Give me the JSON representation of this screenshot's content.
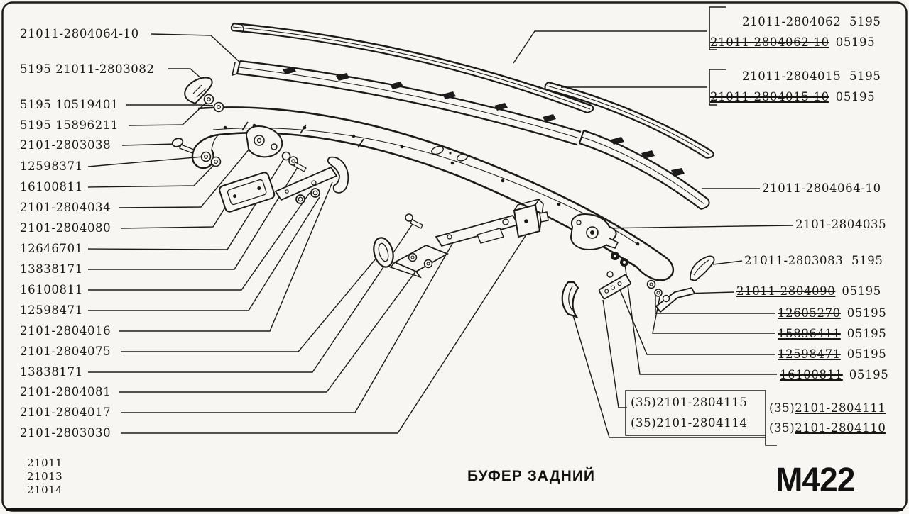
{
  "sheet": {
    "title": "БУФЕР ЗАДНИЙ",
    "code": "M422",
    "models": [
      "21011",
      "21013",
      "21014"
    ]
  },
  "left_labels": [
    "21011-2804064-10",
    "5195 21011-2803082",
    "5195 10519401",
    "5195 15896211",
    "2101-2803038",
    "12598371",
    "16100811",
    "2101-2804034",
    "2101-2804080",
    "12646701",
    "13838171",
    "16100811",
    "12598471",
    "2101-2804016",
    "2101-2804075",
    "13838171",
    "2101-2804081",
    "2101-2804017",
    "2101-2803030"
  ],
  "right_labels": {
    "group1_current": "21011-2804062  5195",
    "group1_old_part": "21011-2804062-10",
    "group1_old_code": "05195",
    "group2_current": "21011-2804015  5195",
    "group2_old_part": "21011-2804015-10",
    "group2_old_code": "05195",
    "strip": "21011-2804064-10",
    "bracket": "2101-2804035",
    "end_pad": "21011-2803083  5195",
    "old_items": [
      {
        "part": "21011-2804090",
        "code": "05195"
      },
      {
        "part": "12605270",
        "code": "05195"
      },
      {
        "part": "15896411",
        "code": "05195"
      },
      {
        "part": "12598471",
        "code": "05195"
      },
      {
        "part": "16100811",
        "code": "05195"
      }
    ],
    "boxed_items": [
      "(35)2101-2804115",
      "(35)2101-2804114"
    ],
    "alt_items": [
      {
        "prefix": "(35)",
        "part": "2101-2804111"
      },
      {
        "prefix": "(35)",
        "part": "2101-2804110"
      }
    ]
  }
}
